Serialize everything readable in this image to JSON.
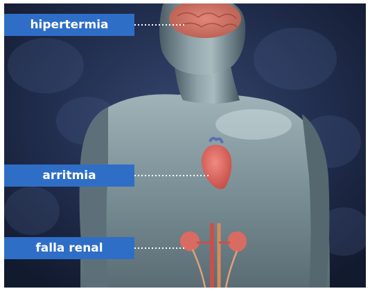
{
  "labels": {
    "hyperthermia": "hipertermia",
    "arrhythmia": "arritmia",
    "renal_failure": "falla renal"
  },
  "colors": {
    "label_bg": "#2f6ec7",
    "label_text": "#ffffff",
    "background_dark": "#1b2540",
    "organ_red": "#d9534f",
    "body_gray": "#8ea2a8"
  }
}
